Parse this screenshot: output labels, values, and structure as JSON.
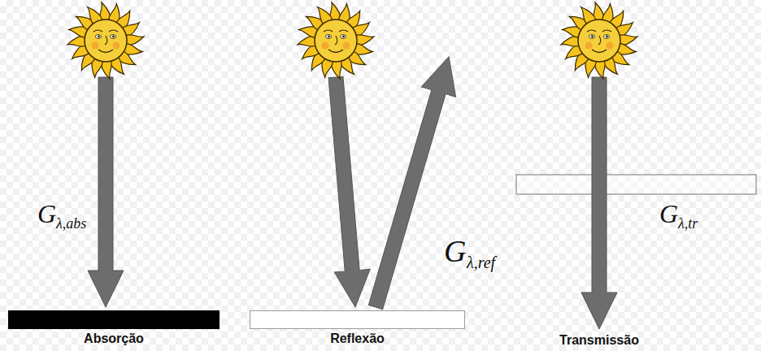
{
  "diagram": {
    "nodes": [
      {
        "text": [
          "Absorção"
        ]
      },
      {
        "text": [
          "Reflexão"
        ]
      }
    ],
    "labels": [
      "G",
      "λ,abs",
      "G",
      "λ,ref",
      "G",
      "λ,tr",
      "Transmissão"
    ]
  }
}
